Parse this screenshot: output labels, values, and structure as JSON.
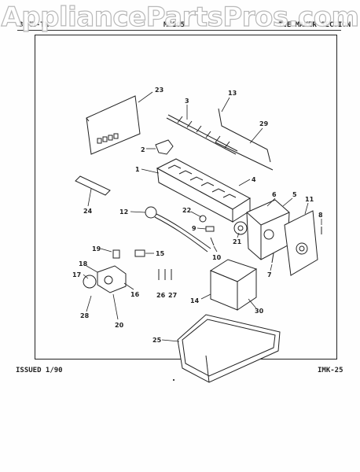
{
  "watermark": "AppliancePartsPros.com",
  "header": {
    "left": "3 MN-TR",
    "middle": "MK105",
    "right": "ICE MAKER SECTION"
  },
  "footer": {
    "issued": "ISSUED 1/90",
    "page_code": "IMK-25"
  },
  "callouts": {
    "c1": "1",
    "c2": "2",
    "c3": "3",
    "c4": "4",
    "c5": "5",
    "c6": "6",
    "c7": "7",
    "c8": "8",
    "c9": "9",
    "c10": "10",
    "c11": "11",
    "c12": "12",
    "c13": "13",
    "c14": "14",
    "c15": "15",
    "c16": "16",
    "c17": "17",
    "c18": "18",
    "c19": "19",
    "c20": "20",
    "c21": "21",
    "c22": "22",
    "c23": "23",
    "c24": "24",
    "c25": "25",
    "c26": "26",
    "c27": "27",
    "c28": "28",
    "c29": "29",
    "c30": "30"
  }
}
